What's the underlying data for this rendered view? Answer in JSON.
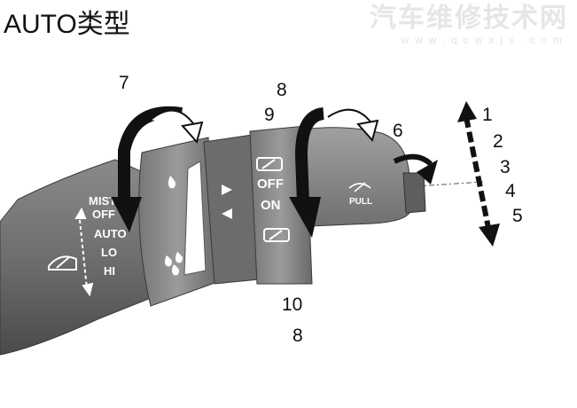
{
  "title": "AUTO类型",
  "watermark": {
    "name": "汽车维修技术网",
    "url": "www.qcwxjs.com"
  },
  "switch_labels": {
    "mist": "MIST",
    "off": "OFF",
    "auto": "AUTO",
    "lo": "LO",
    "hi": "HI",
    "washer_off": "OFF",
    "washer_on": "ON",
    "pull": "PULL"
  },
  "callouts": {
    "n7": "7",
    "n8_top": "8",
    "n9": "9",
    "n6": "6",
    "n10": "10",
    "n8_bottom": "8",
    "r1": "1",
    "r2": "2",
    "r3": "3",
    "r4": "4",
    "r5": "5"
  },
  "colors": {
    "lever_dark": "#5a5a5a",
    "lever_mid": "#7a7a7a",
    "lever_light": "#9a9a9a",
    "arrow": "#111111"
  }
}
